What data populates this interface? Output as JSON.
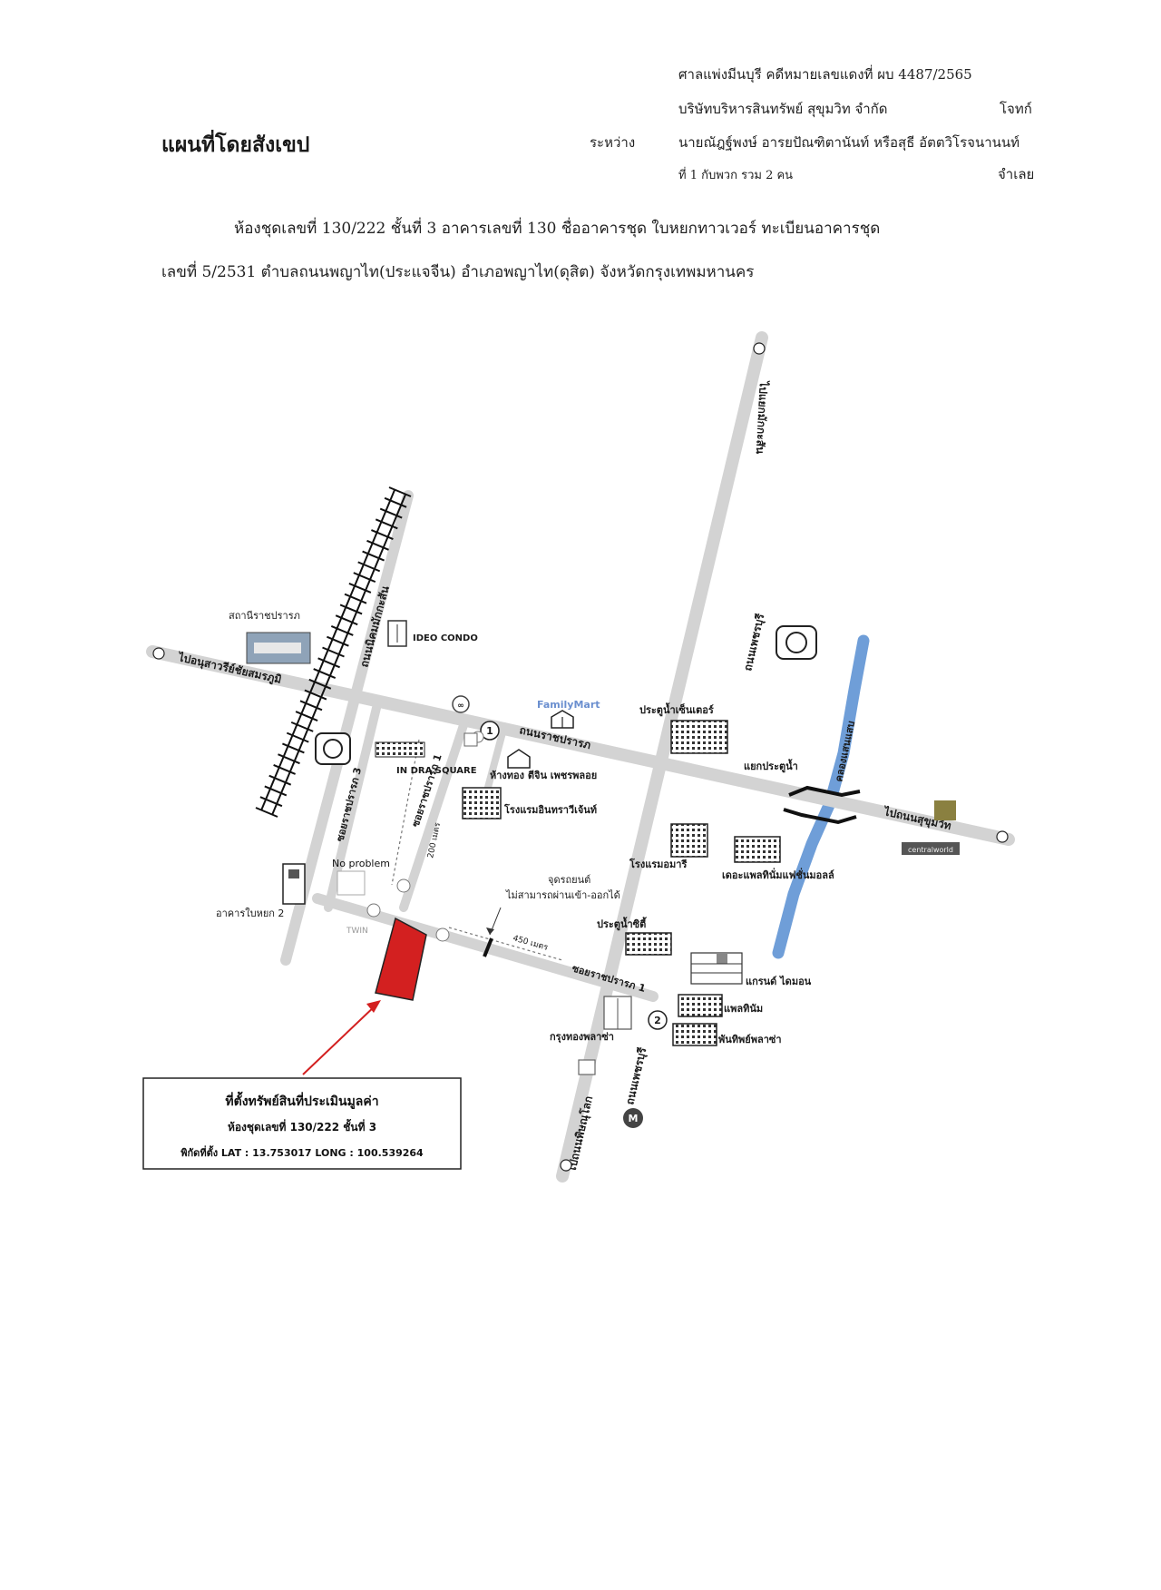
{
  "header": {
    "court_case": "ศาลแพ่งมีนบุรี  คดีหมายเลขแดงที่ ผบ 4487/2565",
    "plaintiff": "บริษัทบริหารสินทรัพย์ สุขุมวิท จำกัด",
    "plaintiff_role": "โจทก์",
    "between": "ระหว่าง",
    "defendant": "นายณัฎฐ์พงษ์  อารยปัณฑิตานันท์ หรือสุธี  อัตตวิโรจนานนท์",
    "defendant_note": "ที่ 1 กับพวก รวม 2 คน",
    "defendant_role": "จำเลย"
  },
  "title": "แผนที่โดยสังเขป",
  "description": {
    "line1": "ห้องชุดเลขที่ 130/222 ชั้นที่ 3 อาคารเลขที่ 130 ชื่ออาคารชุด ใบหยกทาวเวอร์ ทะเบียนอาคารชุด",
    "line2": "เลขที่ 5/2531 ตำบลถนนพญาไท(ประแจจีน) อำเภอพญาไท(ดุสิต) จังหวัดกรุงเทพมหานคร"
  },
  "map": {
    "roads": {
      "to_victory": "ไปอนุสาวรีย์ชัยสมรภูมิ",
      "ratchaprarop": "ถนนราชปรารภ",
      "phetchaburi": "ถนนเพชรบุรี",
      "to_makkasan": "ไปแยกมักกะสัน",
      "makkasan_soi": "ถนนนิคมมักกะสัน",
      "to_sukhumvit": "ไปถนนสุขุมวิท",
      "to_pitsanulok": "ไปถนนพิษณุโลก",
      "soi3": "ซอยราชปรารภ 3",
      "soi1": "ซอยราชปรารภ 1",
      "soi1b": "ซอยราชปรารภ 1",
      "canal": "คลองแสนแสบ"
    },
    "distances": {
      "soi1": "200 เมตร",
      "soi1b": "450 เมตร"
    },
    "junctions": {
      "pratunam": "แยกประตูน้ำ",
      "badge1": "1",
      "badge2": "2"
    },
    "landmarks": {
      "station": "สถานีราชปรารภ",
      "ideo": "IDEO CONDO",
      "familymart": "FamilyMart",
      "pratunam_center": "ประตูน้ำเซ็นเตอร์",
      "indra_square": "IN DRA SQUARE",
      "gold_shop": "ห้างทอง ตีจิน เพชรพลอย",
      "indra_hotel": "โรงแรมอินทราวีเจ้นท์",
      "no_problem": "No problem",
      "baiyoke2": "อาคารใบหยก 2",
      "checkpoint_line1": "จุดรถยนต์",
      "checkpoint_line2": "ไม่สามารถผ่านเข้า-ออกได้",
      "amari": "โรงแรมอมารี",
      "platinum_mall": "เดอะแพลทินั่มแฟชั่นมอลล์",
      "pratunam_city": "ประตูน้ำซิตี้",
      "grand_diamond": "แกรนด์ ไดมอน",
      "platinum": "แพลทินัม",
      "krungthong": "กรุงทองพลาซ่า",
      "pantip": "พันทิพย์พลาซ่า",
      "centralworld": "centralworld",
      "twin": "TWIN"
    },
    "location_box": {
      "title": "ที่ตั้งทรัพย์สินที่ประเมินมูลค่า",
      "unit": "ห้องชุดเลขที่ 130/222 ชั้นที่ 3",
      "coords": "พิกัดที่ตั้ง LAT : 13.753017 LONG : 100.539264"
    },
    "colors": {
      "road": "#d3d3d3",
      "canal": "#6f9ed8",
      "site": "#d32020",
      "arrow": "#d32020",
      "rail": "#111111"
    },
    "icons": [
      "train-icon",
      "bank-icon",
      "building-icon",
      "house-icon",
      "mcdonalds-icon",
      "crossing-bar-icon"
    ]
  }
}
